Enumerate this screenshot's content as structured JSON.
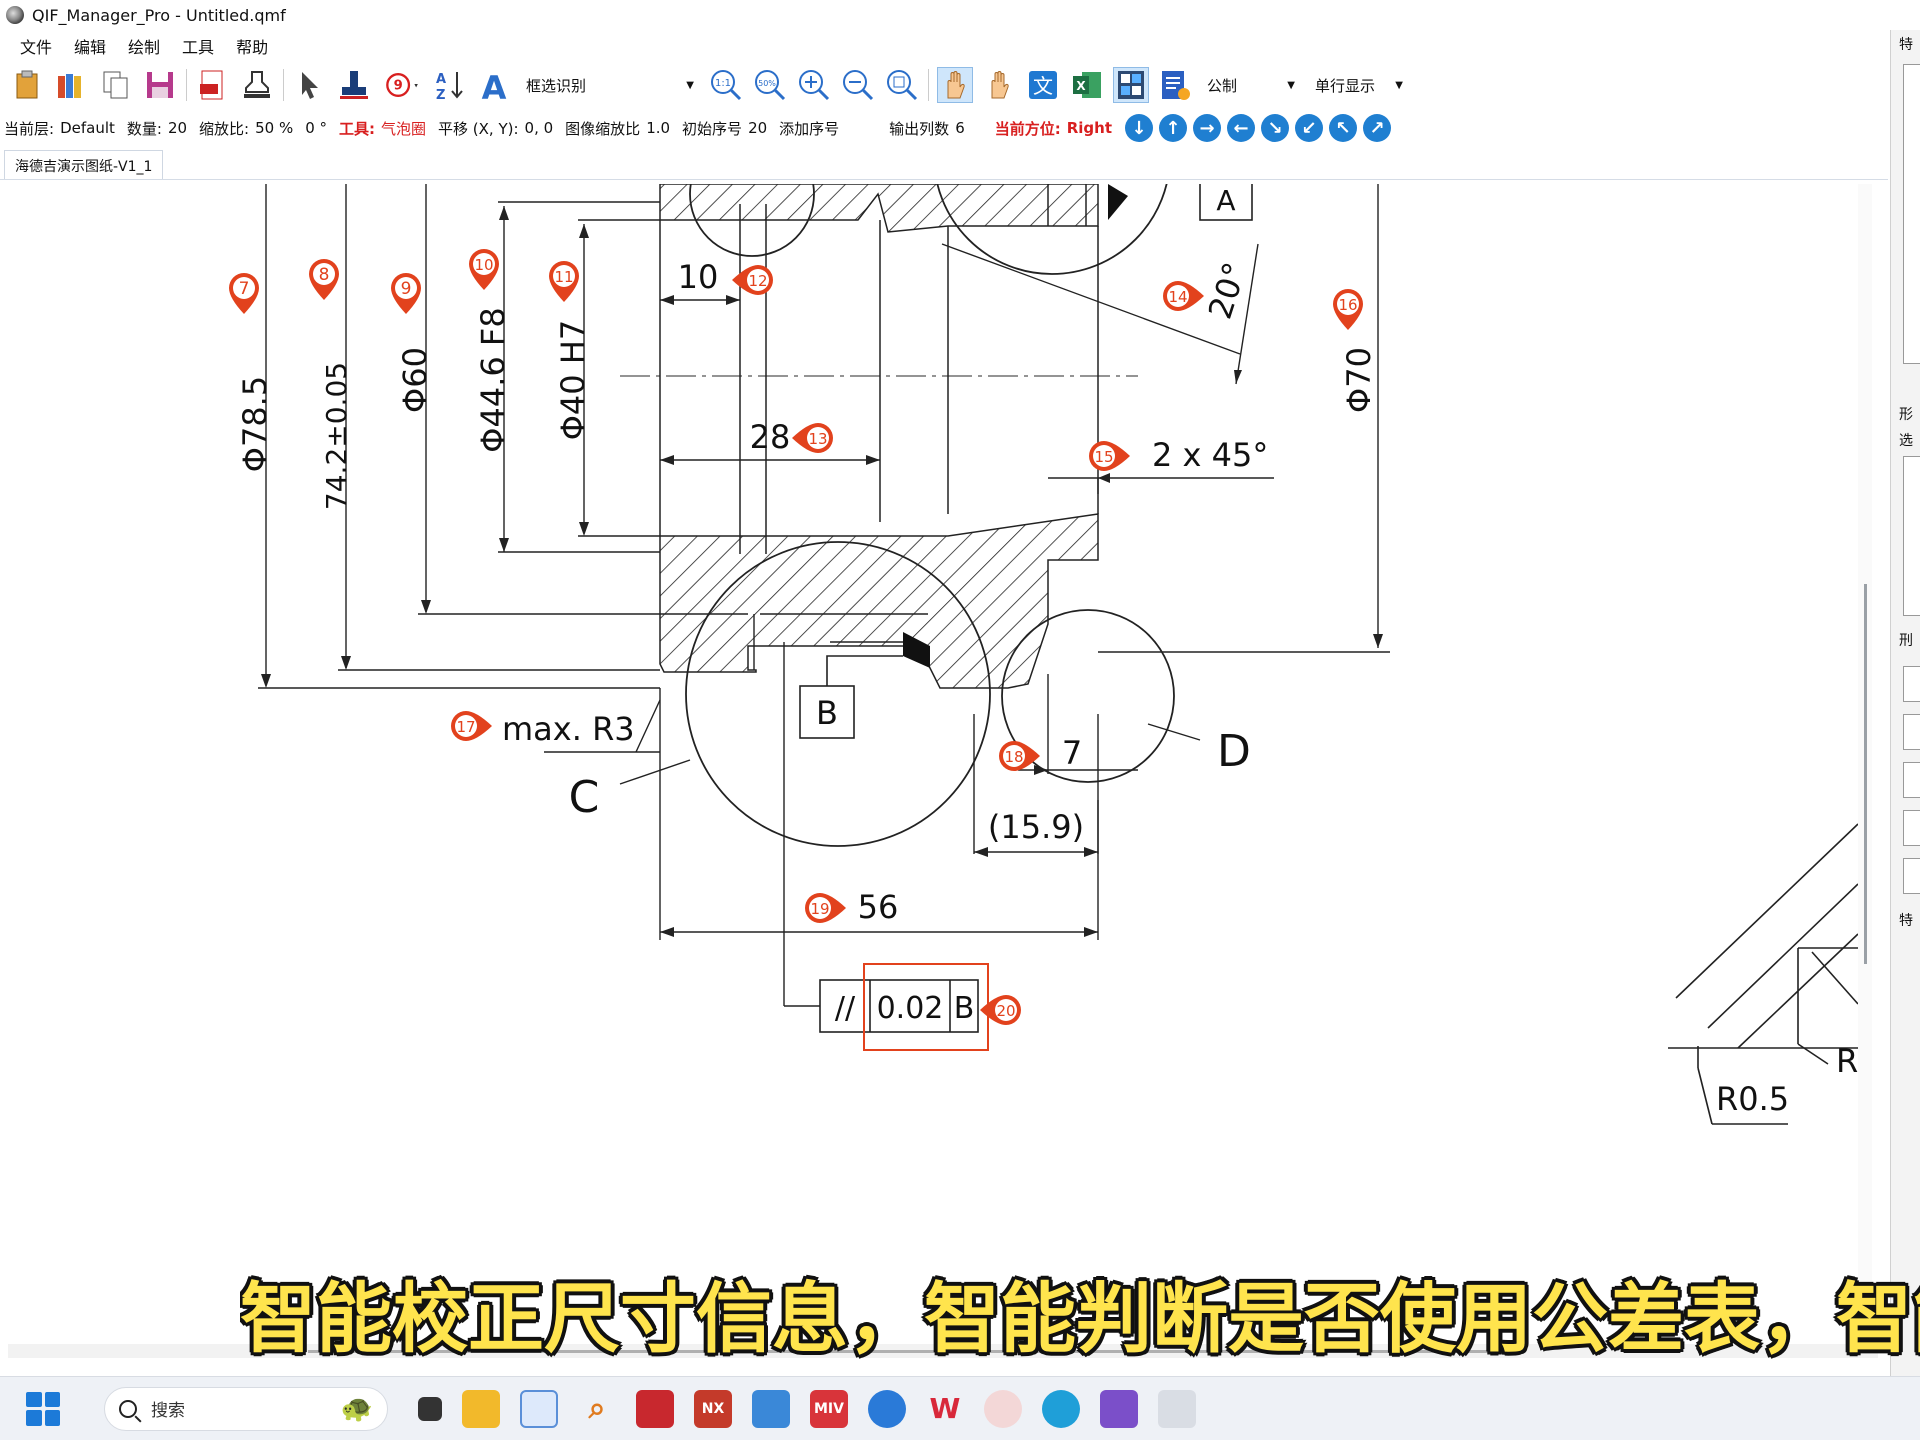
{
  "window": {
    "title": "QIF_Manager_Pro - Untitled.qmf"
  },
  "menu": [
    "文件",
    "编辑",
    "绘制",
    "工具",
    "帮助"
  ],
  "toolbar": {
    "ocr_mode": "框选识别",
    "unit": "公制",
    "display_mode": "单行显示",
    "balloon_number": "9"
  },
  "status": {
    "layer_label": "当前层:",
    "layer": "Default",
    "count_label": "数量:",
    "count": "20",
    "scale_label": "缩放比:",
    "scale": "50 %",
    "angle": "0 °",
    "tool_label": "工具:",
    "tool": "气泡圈",
    "pan_label": "平移 (X, Y):",
    "pan": "0, 0",
    "img_scale_label": "图像缩放比",
    "img_scale": "1.0",
    "init_seq_label": "初始序号",
    "init_seq": "20",
    "add_seq_label": "添加序号",
    "out_cols_label": "输出列数",
    "out_cols": "6",
    "dir_label": "当前方位:",
    "dir": "Right"
  },
  "doc_tab": "海德吉演示图纸-V1_1",
  "right_panel": {
    "label_top": "特",
    "label_mid": "形",
    "label_sub": "选",
    "label_b": "刑",
    "label_c": "特"
  },
  "drawing": {
    "dims": {
      "d7": "Φ78.5",
      "d8": "74.2±0.05",
      "d9": "Φ60",
      "d10": "Φ44.6 F8",
      "d11": "Φ40 H7",
      "d12": "10",
      "d13": "28",
      "d14": "20°",
      "d15": "2 x 45°",
      "d16": "Φ70",
      "d17": "max. R3",
      "d18": "7",
      "d_159": "(15.9)",
      "d19": "56",
      "d20": "0.02"
    },
    "datums": {
      "a": "A",
      "b": "B",
      "c": "C",
      "d": "D",
      "fcf_sym": "//",
      "fcf_ref": "B"
    },
    "right_labels": {
      "r": "R",
      "r05": "R0.5"
    },
    "balloons": [
      {
        "n": "7"
      },
      {
        "n": "8"
      },
      {
        "n": "9"
      },
      {
        "n": "10"
      },
      {
        "n": "11"
      },
      {
        "n": "12"
      },
      {
        "n": "13"
      },
      {
        "n": "14"
      },
      {
        "n": "15"
      },
      {
        "n": "16"
      },
      {
        "n": "17"
      },
      {
        "n": "18"
      },
      {
        "n": "19"
      },
      {
        "n": "20"
      }
    ],
    "balloon_color": "#e2421d"
  },
  "subtitle": "智能校正尺寸信息，智能判断是否使用公差表，智能",
  "taskbar": {
    "search_placeholder": "搜索",
    "icon_labels": {
      "nx": "NX",
      "miv": "MIV"
    }
  }
}
